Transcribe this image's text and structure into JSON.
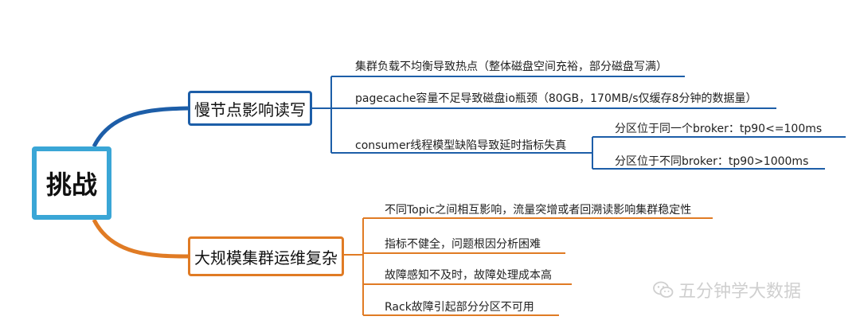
{
  "root": {
    "label": "挑战"
  },
  "branches": [
    {
      "label": "慢节点影响读写",
      "color": "#1d5ea8",
      "items": [
        {
          "label": "集群负载不均衡导致热点（整体磁盘空间充裕，部分磁盘写满）"
        },
        {
          "label": "pagecache容量不足导致磁盘io瓶颈（80GB，170MB/s仅缓存8分钟的数据量）"
        },
        {
          "label": "consumer线程模型缺陷导致延时指标失真",
          "children": [
            {
              "label": "分区位于同一个broker：tp90<=100ms"
            },
            {
              "label": "分区位于不同broker：tp90>1000ms"
            }
          ]
        }
      ]
    },
    {
      "label": "大规模集群运维复杂",
      "color": "#e07b24",
      "items": [
        {
          "label": "不同Topic之间相互影响，流量突增或者回溯读影响集群稳定性"
        },
        {
          "label": "指标不健全，问题根因分析困难"
        },
        {
          "label": "故障感知不及时，故障处理成本高"
        },
        {
          "label": "Rack故障引起部分分区不可用"
        }
      ]
    }
  ],
  "watermark": {
    "text": "五分钟学大数据",
    "icon": "wechat-icon"
  }
}
